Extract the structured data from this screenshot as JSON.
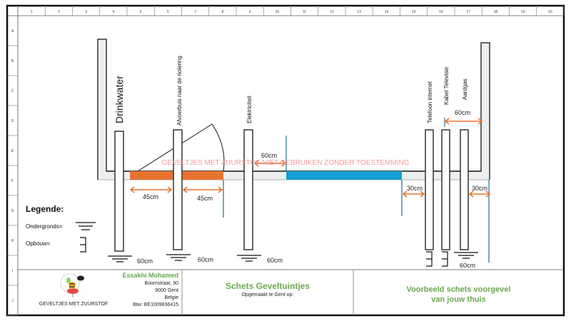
{
  "ruler": {
    "columns": [
      "1",
      "2",
      "3",
      "4",
      "5",
      "6",
      "7",
      "8",
      "9",
      "10",
      "11",
      "12",
      "13",
      "14",
      "15",
      "16",
      "17",
      "18",
      "19",
      "20"
    ],
    "rows": [
      "A",
      "B",
      "C",
      "D",
      "E",
      "F",
      "G",
      "H",
      "I",
      "J"
    ]
  },
  "pipes": {
    "drinkwater": "Drinkwater",
    "afvoer": "Afvoerbuis naar de riolering",
    "elektriciteit": "Elektriciteit",
    "telefoon": "Telefoon internet",
    "kabel": "Kabel Televisie",
    "aardgas": "Aardgas"
  },
  "dimensions": {
    "d45a": "45cm",
    "d45b": "45cm",
    "d60mid": "60cm",
    "d30a": "30cm",
    "d30b": "30cm",
    "d60top": "60cm",
    "depth1": "60cm",
    "depth2": "60cm",
    "depth3": "60cm",
    "depth4": "60cm"
  },
  "watermark": "GEVELTJES MET ZUURSTOF NIET GEBRUIKEN ZONDER TOESTEMMING",
  "legend": {
    "title": "Legende:",
    "underground": "Ondergronds=",
    "surface": "Opbouw="
  },
  "titleblock": {
    "logo_text": "GEVELTJES MET ZUURSTOF",
    "name": "Essakhi Mohamed",
    "street": "Boomstraat, 90",
    "city": "9000 Gent",
    "country": "Belgie",
    "vat": "Btw: BE1009836415",
    "sheet_title": "Schets Geveltuintjes",
    "sheet_sub": "Opgemaakt te Gent op:",
    "description_line1": "Voorbeeld schets voorgevel",
    "description_line2": "van jouw thuis"
  },
  "colors": {
    "orange": "#e8732e",
    "blue": "#159fd6",
    "green": "#6aa84f",
    "watermark": "#f49a9a",
    "wall": "#eceeef"
  }
}
